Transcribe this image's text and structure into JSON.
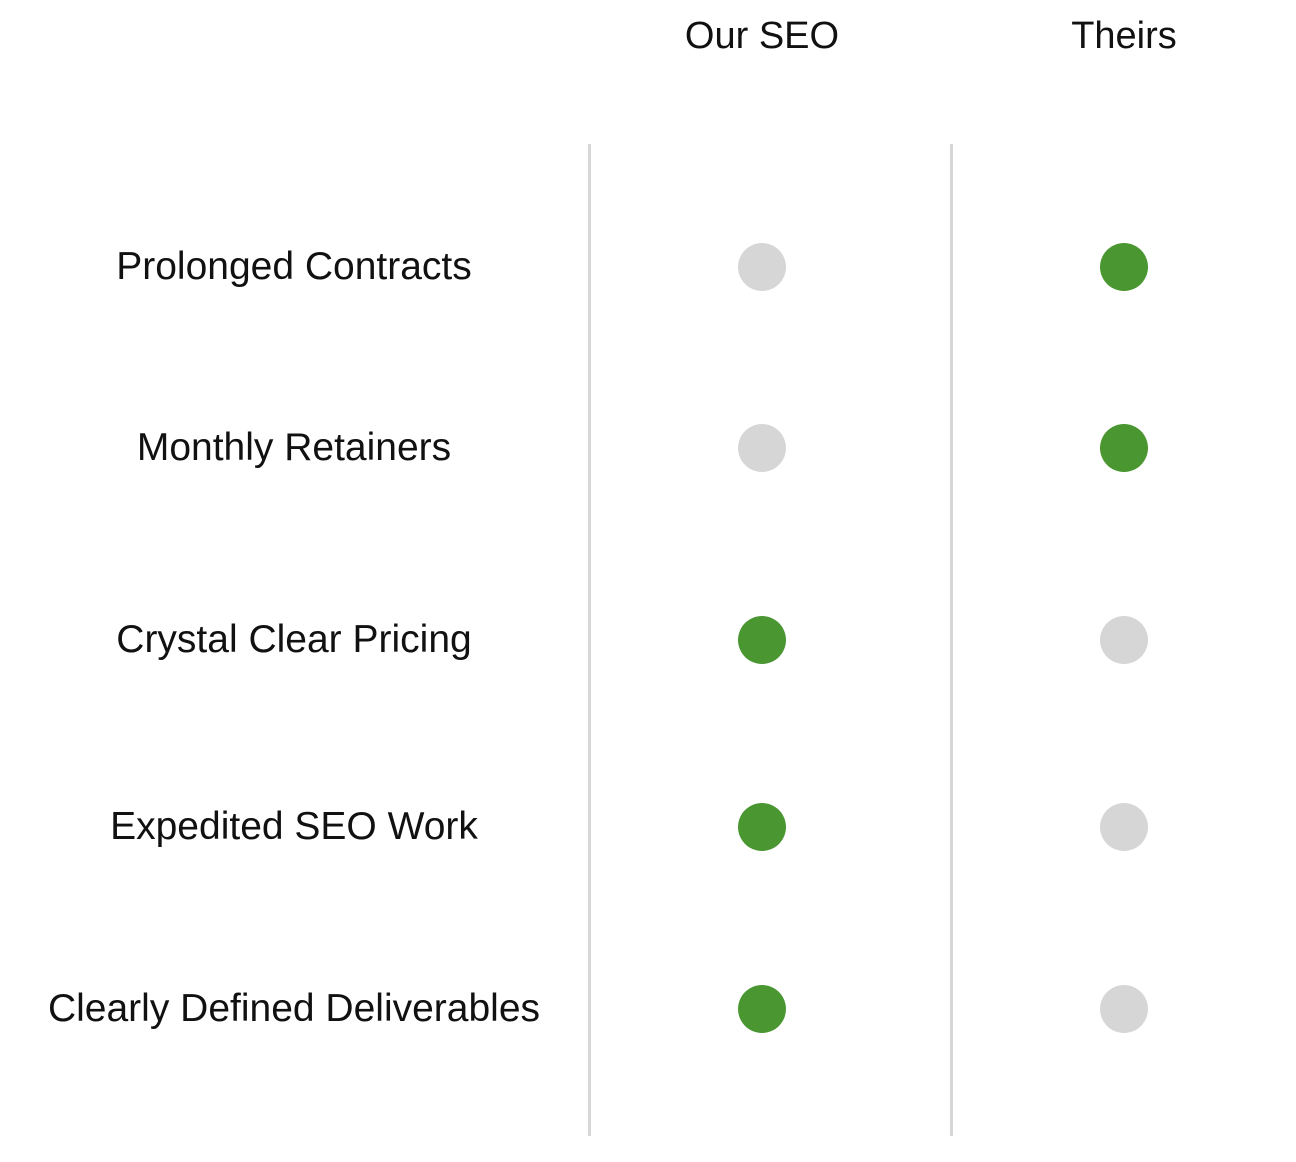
{
  "columns": {
    "ours": "Our SEO",
    "theirs": "Theirs"
  },
  "colors": {
    "yes": "#4a9732",
    "no": "#d6d6d6"
  },
  "rows": [
    {
      "label": "Prolonged Contracts",
      "ours": false,
      "theirs": true
    },
    {
      "label": "Monthly Retainers",
      "ours": false,
      "theirs": true
    },
    {
      "label": "Crystal Clear Pricing",
      "ours": true,
      "theirs": false
    },
    {
      "label": "Expedited SEO Work",
      "ours": true,
      "theirs": false
    },
    {
      "label": "Clearly Defined Deliverables",
      "ours": true,
      "theirs": false
    }
  ]
}
